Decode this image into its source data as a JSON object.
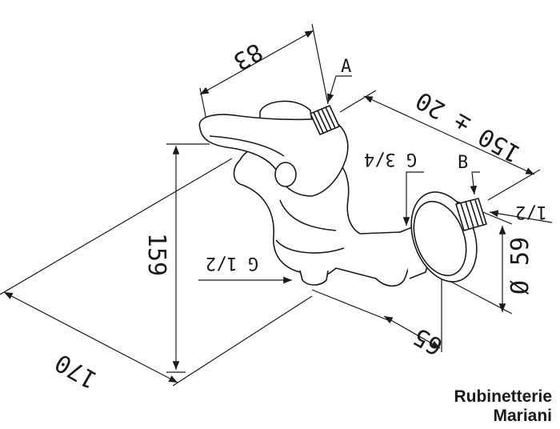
{
  "dimensions": {
    "d83": "83",
    "d150": "150 ± 20",
    "d159": "159",
    "d170": "170",
    "d65": "65",
    "d59": "Ø 59"
  },
  "labels": {
    "a": "A",
    "b": "B",
    "g34": "G 3/4",
    "g12_left": "G 1/2",
    "g12_right": "1/2"
  },
  "brand": {
    "line1": "Rubinetterie",
    "line2": "Mariani"
  }
}
